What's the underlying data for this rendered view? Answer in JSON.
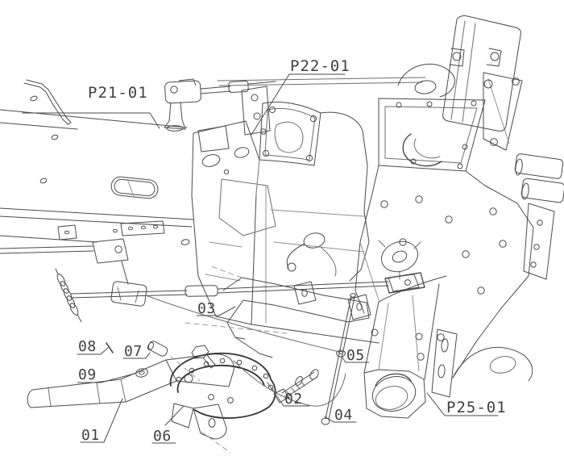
{
  "diagram": {
    "type": "technical-parts-diagram",
    "description": "Isometric CAD line drawing of tractor chassis, transmission and rear axle housing with hand-brake lever linkage parts callouts",
    "colors": {
      "background": "#ffffff",
      "line_main": "#4a4a4a",
      "line_light": "#8f8f8f",
      "line_dark": "#303030",
      "label_text": "#3f3f3f"
    },
    "assembly_labels": {
      "p21": "P21-01",
      "p22": "P22-01",
      "p25": "P25-01"
    },
    "item_callouts": {
      "i01": "01",
      "i02": "02",
      "i03": "03",
      "i04": "04",
      "i05": "05",
      "i06": "06",
      "i07": "07",
      "i08": "08",
      "i09": "09"
    }
  }
}
